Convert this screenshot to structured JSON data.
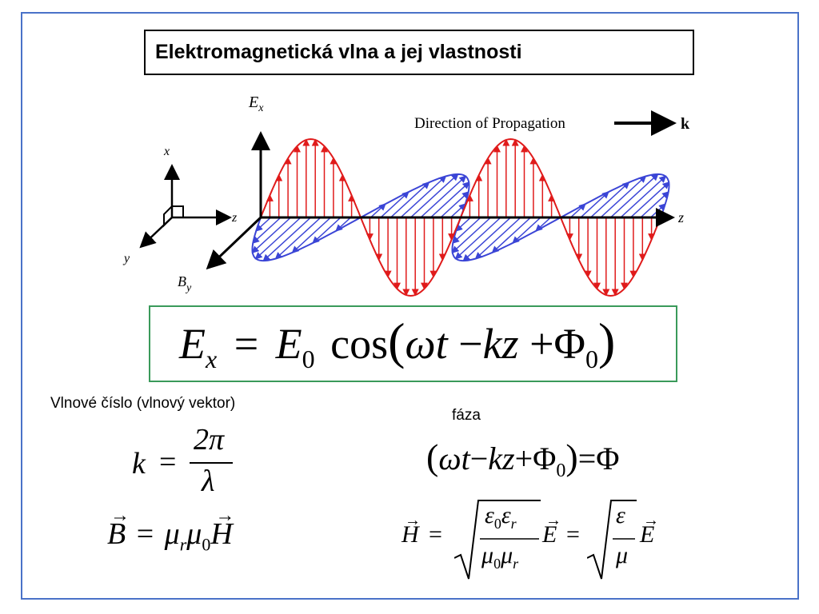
{
  "title": "Elektromagnetická vlna a jej vlastnosti",
  "diagram": {
    "axis_ex": "E",
    "axis_ex_sub": "x",
    "axis_by": "B",
    "axis_by_sub": "y",
    "axis_z": "z",
    "legend_x": "x",
    "legend_y": "y",
    "legend_z": "z",
    "direction_label": "Direction of Propagation",
    "direction_symbol": "k",
    "e_color": "#e01b1b",
    "b_color": "#3b45d6"
  },
  "main_equation": {
    "lhs": "E",
    "lhs_sub": "x",
    "eq": "=",
    "e0": "E",
    "e0_sub": "0",
    "cos": "cos",
    "open": "(",
    "omega_t": "ωt",
    "minus": "−",
    "kz": "kz",
    "plus": "+",
    "phi": "Φ",
    "phi_sub": "0",
    "close": ")"
  },
  "labels": {
    "wavenumber": "Vlnové číslo (vlnový vektor)",
    "phase": "fáza"
  },
  "eq_k": {
    "k": "k",
    "eq": "=",
    "num": "2π",
    "den": "λ"
  },
  "eq_phase": {
    "open": "(",
    "omega_t": "ωt",
    "minus": "−",
    "kz": "kz",
    "plus": "+",
    "phi": "Φ",
    "phi_sub": "0",
    "close": ")",
    "eq": "=",
    "phi_rhs": "Φ"
  },
  "eq_b": {
    "b": "B",
    "eq": "=",
    "mu": "μ",
    "mu_r_sub": "r",
    "mu0_sub": "0",
    "h": "H"
  },
  "eq_h": {
    "h": "H",
    "eq": "=",
    "eps": "ε",
    "eps0_sub": "0",
    "epsr_sub": "r",
    "mu": "μ",
    "mu0_sub": "0",
    "mur_sub": "r",
    "e": "E",
    "eq2": "="
  }
}
